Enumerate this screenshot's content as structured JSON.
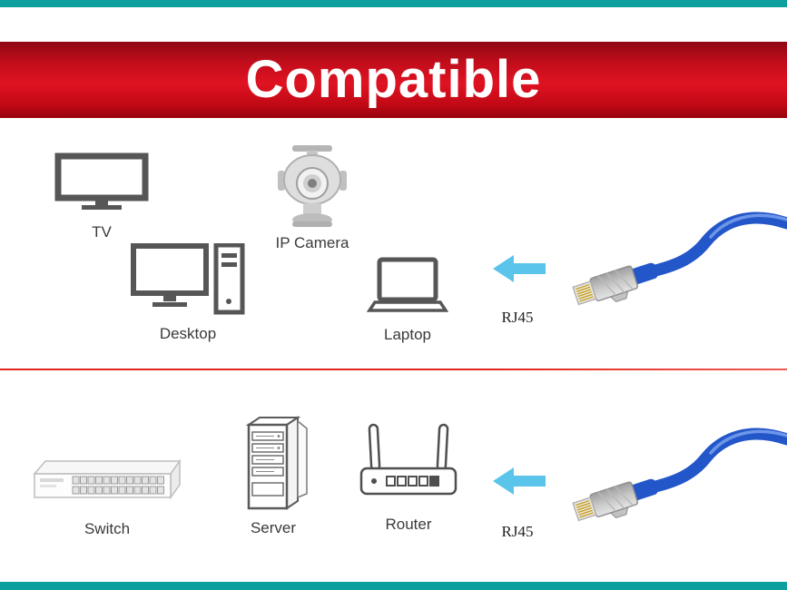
{
  "banner": {
    "title": "Compatible"
  },
  "colors": {
    "teal": "#0D9E9E",
    "banner_red_dark": "#8E0713",
    "banner_red": "#E01322",
    "divider_red": "#E22420",
    "arrow_blue": "#5BC4EA",
    "cable_blue": "#2356C8",
    "icon_gray": "#565656",
    "label_gray": "#3A3A3A"
  },
  "top_section": {
    "devices": [
      {
        "label": "TV",
        "icon": "tv-icon"
      },
      {
        "label": "IP Camera",
        "icon": "ip-camera-icon"
      },
      {
        "label": "Desktop",
        "icon": "desktop-icon"
      },
      {
        "label": "Laptop",
        "icon": "laptop-icon"
      }
    ],
    "connector": {
      "label": "RJ45",
      "icon": "rj45-cable-icon",
      "arrow": "arrow-left-icon"
    }
  },
  "bottom_section": {
    "devices": [
      {
        "label": "Switch",
        "icon": "switch-icon"
      },
      {
        "label": "Server",
        "icon": "server-icon"
      },
      {
        "label": "Router",
        "icon": "router-icon"
      }
    ],
    "connector": {
      "label": "RJ45",
      "icon": "rj45-cable-icon",
      "arrow": "arrow-left-icon"
    }
  }
}
